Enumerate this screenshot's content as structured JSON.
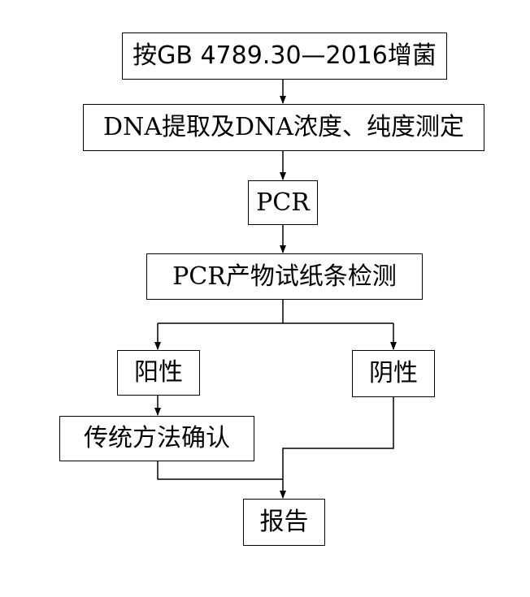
{
  "nodes": {
    "step1": "按GB 4789.30—2016增菌",
    "step2": "DNA提取及DNA浓度、纯度测定",
    "step3": "PCR",
    "step4": "PCR产物试纸条检测",
    "positive": "阳性",
    "negative": "阴性",
    "confirm": "传统方法确认",
    "report": "报告"
  },
  "colors": {
    "line": "#000000",
    "box_border": "#000000",
    "background": "#ffffff"
  }
}
